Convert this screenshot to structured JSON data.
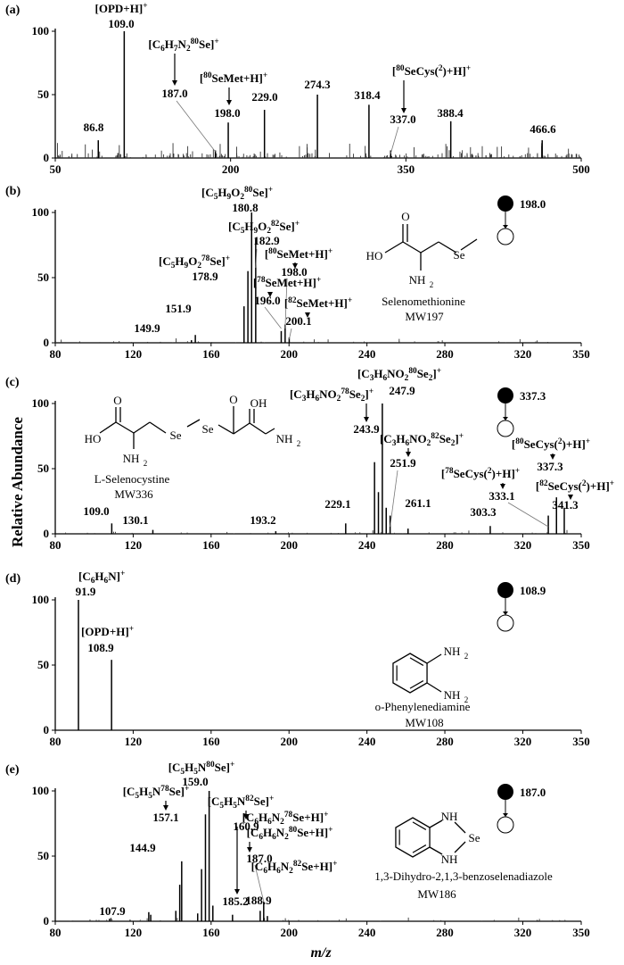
{
  "ylabel": "Relative Abundance",
  "xlabel": "m/z",
  "chart_data": [
    {
      "type": "bar",
      "panel": "(a)",
      "xlim": [
        50,
        500
      ],
      "ylim": [
        0,
        100
      ],
      "xticks": [
        "50",
        "200",
        "350",
        "500"
      ],
      "yticks": [
        "0",
        "50",
        "100"
      ],
      "peaks": [
        {
          "mz": 86.8,
          "intensity": 14
        },
        {
          "mz": 109.0,
          "intensity": 100
        },
        {
          "mz": 187.0,
          "intensity": 6
        },
        {
          "mz": 198.0,
          "intensity": 28
        },
        {
          "mz": 229.0,
          "intensity": 38
        },
        {
          "mz": 274.3,
          "intensity": 50
        },
        {
          "mz": 318.4,
          "intensity": 42
        },
        {
          "mz": 337.0,
          "intensity": 6
        },
        {
          "mz": 388.4,
          "intensity": 29
        },
        {
          "mz": 466.6,
          "intensity": 14
        }
      ],
      "labels": [
        "[OPD+H]+",
        "109.0",
        "[C6H7N2 80Se]+",
        "187.0",
        "[80SeMet+H]+",
        "198.0",
        "229.0",
        "274.3",
        "318.4",
        "[80SeCys(2)+H]+",
        "337.0",
        "388.4",
        "86.8",
        "466.6"
      ]
    },
    {
      "type": "bar",
      "panel": "(b)",
      "xlim": [
        80,
        350
      ],
      "ylim": [
        0,
        100
      ],
      "xticks": [
        "80",
        "120",
        "160",
        "200",
        "240",
        "280",
        "320",
        "350"
      ],
      "yticks": [
        "0",
        "50",
        "100"
      ],
      "peaks": [
        {
          "mz": 149.9,
          "intensity": 2
        },
        {
          "mz": 151.9,
          "intensity": 6
        },
        {
          "mz": 176.9,
          "intensity": 28
        },
        {
          "mz": 178.9,
          "intensity": 55
        },
        {
          "mz": 180.8,
          "intensity": 100
        },
        {
          "mz": 182.9,
          "intensity": 80
        },
        {
          "mz": 196.0,
          "intensity": 9
        },
        {
          "mz": 198.0,
          "intensity": 14
        },
        {
          "mz": 200.1,
          "intensity": 4
        }
      ],
      "labels": [
        "[C5H9O2 80Se]+",
        "180.8",
        "[C5H9O2 82Se]+",
        "182.9",
        "[C5H9O2 78Se]+",
        "178.9",
        "[80SeMet+H]+",
        "198.0",
        "[78SeMet+H]+",
        "196.0",
        "[82SeMet+H]+",
        "200.1",
        "151.9",
        "149.9"
      ],
      "precursor": "198.0",
      "compound": "Selenomethionine",
      "mw": "MW197"
    },
    {
      "type": "bar",
      "panel": "(c)",
      "xlim": [
        80,
        350
      ],
      "ylim": [
        0,
        100
      ],
      "xticks": [
        "80",
        "120",
        "160",
        "200",
        "240",
        "280",
        "320",
        "350"
      ],
      "yticks": [
        "0",
        "50",
        "100"
      ],
      "peaks": [
        {
          "mz": 109.0,
          "intensity": 8
        },
        {
          "mz": 130.1,
          "intensity": 3
        },
        {
          "mz": 193.2,
          "intensity": 2
        },
        {
          "mz": 229.1,
          "intensity": 8
        },
        {
          "mz": 243.9,
          "intensity": 55
        },
        {
          "mz": 245.9,
          "intensity": 32
        },
        {
          "mz": 247.9,
          "intensity": 100
        },
        {
          "mz": 249.9,
          "intensity": 20
        },
        {
          "mz": 251.9,
          "intensity": 14
        },
        {
          "mz": 261.1,
          "intensity": 4
        },
        {
          "mz": 303.3,
          "intensity": 6
        },
        {
          "mz": 333.1,
          "intensity": 14
        },
        {
          "mz": 337.3,
          "intensity": 28
        },
        {
          "mz": 341.3,
          "intensity": 20
        }
      ],
      "labels": [
        "[C3H6NO2 80Se2]+",
        "247.9",
        "[C3H6NO2 78Se2]+",
        "243.9",
        "[C3H6NO2 82Se2]+",
        "251.9",
        "[80SeCys(2)+H]+",
        "337.3",
        "[78SeCys(2)+H]+",
        "333.1",
        "[82SeCys(2)+H]+",
        "341.3",
        "109.0",
        "130.1",
        "193.2",
        "229.1",
        "261.1",
        "303.3"
      ],
      "precursor": "337.3",
      "compound": "L-Selenocystine",
      "mw": "MW336"
    },
    {
      "type": "bar",
      "panel": "(d)",
      "xlim": [
        80,
        350
      ],
      "ylim": [
        0,
        100
      ],
      "xticks": [
        "80",
        "120",
        "160",
        "200",
        "240",
        "280",
        "320",
        "350"
      ],
      "yticks": [
        "0",
        "50",
        "100"
      ],
      "peaks": [
        {
          "mz": 91.9,
          "intensity": 100
        },
        {
          "mz": 108.9,
          "intensity": 54
        }
      ],
      "labels": [
        "[C6H6N]+",
        "91.9",
        "[OPD+H]+",
        "108.9"
      ],
      "precursor": "108.9",
      "compound": "o-Phenylenediamine",
      "mw": "MW108"
    },
    {
      "type": "bar",
      "panel": "(e)",
      "xlim": [
        80,
        350
      ],
      "ylim": [
        0,
        100
      ],
      "xticks": [
        "80",
        "120",
        "160",
        "200",
        "240",
        "280",
        "320",
        "350"
      ],
      "yticks": [
        "0",
        "50",
        "100"
      ],
      "peaks": [
        {
          "mz": 107.9,
          "intensity": 2
        },
        {
          "mz": 128.0,
          "intensity": 7
        },
        {
          "mz": 129.0,
          "intensity": 5
        },
        {
          "mz": 141.9,
          "intensity": 8
        },
        {
          "mz": 143.9,
          "intensity": 28
        },
        {
          "mz": 144.9,
          "intensity": 46
        },
        {
          "mz": 153.1,
          "intensity": 6
        },
        {
          "mz": 155.1,
          "intensity": 40
        },
        {
          "mz": 157.1,
          "intensity": 82
        },
        {
          "mz": 159.0,
          "intensity": 100
        },
        {
          "mz": 160.9,
          "intensity": 12
        },
        {
          "mz": 171.0,
          "intensity": 5
        },
        {
          "mz": 185.2,
          "intensity": 8
        },
        {
          "mz": 187.0,
          "intensity": 15
        },
        {
          "mz": 188.9,
          "intensity": 4
        }
      ],
      "labels": [
        "[C5H5N 80Se]+",
        "159.0",
        "[C5H5N 78Se]+",
        "157.1",
        "[C5H5N 82Se]+",
        "160.9",
        "[C6H6N2 78Se+H]+",
        "185.2",
        "[C6H6N2 80Se+H]+",
        "187.0",
        "[C6H6N2 82Se+H]+",
        "188.9",
        "144.9",
        "107.9"
      ],
      "precursor": "187.0",
      "compound": "1,3-Dihydro-2,1,3-benzoselenadiazole",
      "mw": "MW186"
    }
  ]
}
